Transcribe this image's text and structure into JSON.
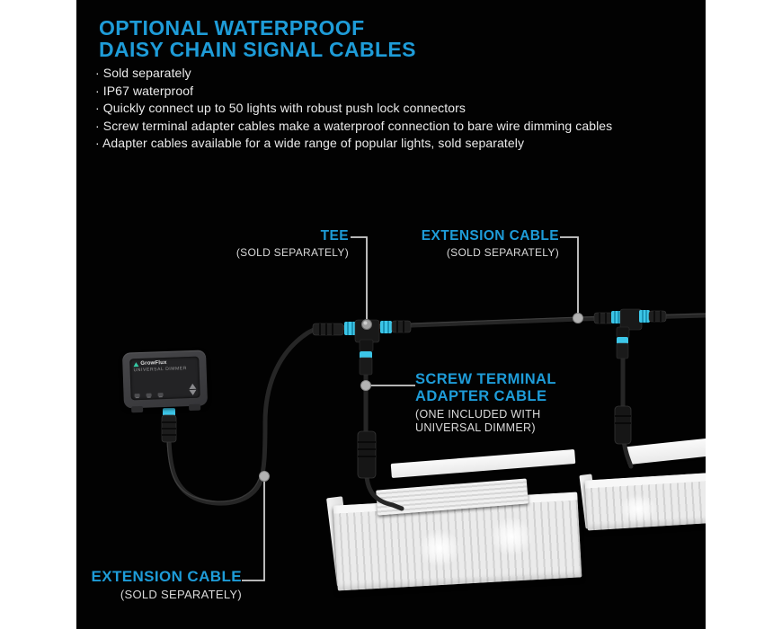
{
  "intro": {
    "title_line1": "OPTIONAL WATERPROOF",
    "title_line2": "DAISY CHAIN SIGNAL CABLES",
    "bullets": [
      "· Sold separately",
      "· IP67 waterproof",
      "· Quickly connect up to 50 lights with robust push lock connectors",
      "· Screw terminal adapter cables make a waterproof connection to bare wire dimming cables",
      "· Adapter cables available for a wide range of popular lights, sold separately"
    ]
  },
  "callouts": {
    "tee": {
      "title": "TEE",
      "subtitle": "(SOLD SEPARATELY)"
    },
    "extension_top": {
      "title": "EXTENSION CABLE",
      "subtitle": "(SOLD SEPARATELY)"
    },
    "screw_terminal": {
      "title_line1": "SCREW TERMINAL",
      "title_line2": "ADAPTER CABLE",
      "subtitle_line1": "(ONE INCLUDED WITH",
      "subtitle_line2": "UNIVERSAL DIMMER)"
    },
    "extension_bottom": {
      "title": "EXTENSION CABLE",
      "subtitle": "(SOLD SEPARATELY)"
    }
  },
  "dimmer": {
    "brand": "GrowFlux",
    "label": "UNIVERSAL DIMMER"
  },
  "colors": {
    "accent_blue": "#1e9cd8",
    "connector_cyan": "#3cc6e8",
    "photo_background": "#020202",
    "page_background": "#ffffff",
    "callout_line": "#cfcfcf"
  }
}
